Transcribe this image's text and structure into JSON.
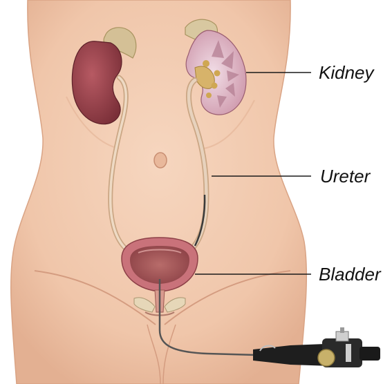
{
  "labels": {
    "kidney": "Kidney",
    "ureter": "Ureter",
    "bladder": "Bladder"
  },
  "colors": {
    "skin": "#f1cbb0",
    "kidney": "#8f3c46",
    "bladder": "#c9727a",
    "ureter": "#e2c7a8",
    "leader_line": "#1a1a1a",
    "endoscope": "#1e1e1e"
  }
}
